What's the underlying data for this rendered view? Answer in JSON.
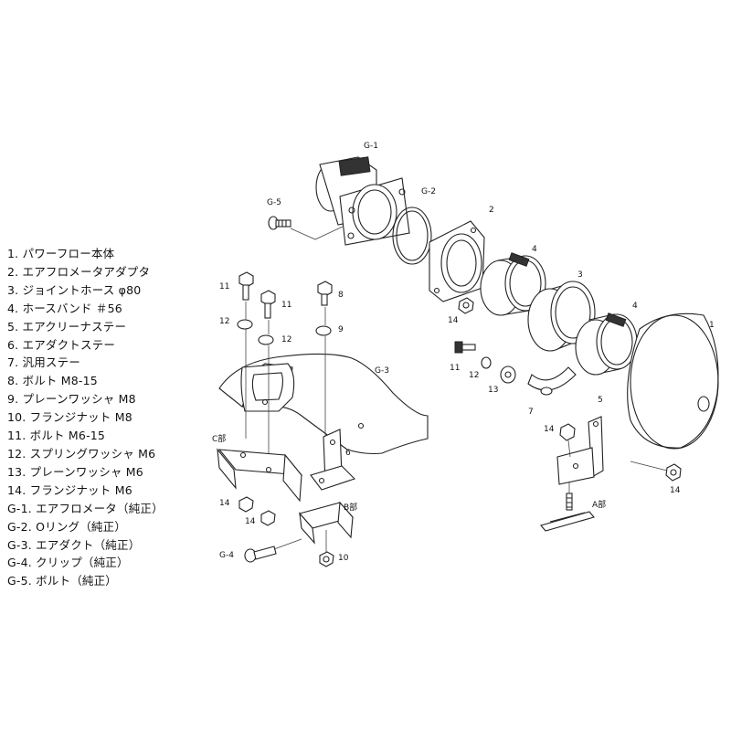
{
  "parts_list": [
    "1. パワーフロー本体",
    "2. エアフロメータアダプタ",
    "3. ジョイントホース φ80",
    "4. ホースバンド ＃56",
    "5. エアクリーナステー",
    "6. エアダクトステー",
    "7. 汎用ステー",
    "8. ボルト M8-15",
    "9. プレーンワッシャ M8",
    "10. フランジナット M8",
    "11. ボルト M6-15",
    "12. スプリングワッシャ M6",
    "13. プレーンワッシャ M6",
    "14. フランジナット M6",
    "G-1. エアフロメータ（純正）",
    "G-2. Oリング（純正）",
    "G-3. エアダクト（純正）",
    "G-4. クリップ（純正）",
    "G-5. ボルト（純正）"
  ],
  "callouts": {
    "g1": "G-1",
    "g2": "G-2",
    "g3": "G-3",
    "g4": "G-4",
    "g5": "G-5",
    "p1": "1",
    "p2": "2",
    "p3": "3",
    "p4a": "4",
    "p4b": "4",
    "p5": "5",
    "p6": "6",
    "p7": "7",
    "p8": "8",
    "p9": "9",
    "p10": "10",
    "p11a": "11",
    "p11b": "11",
    "p11c": "11",
    "p12a": "12",
    "p12b": "12",
    "p12c": "12",
    "p13": "13",
    "p14a": "14",
    "p14b": "14",
    "p14c": "14",
    "p14d": "14",
    "p14e": "14",
    "detail_a": "A部",
    "detail_b": "B部",
    "detail_c": "C部"
  }
}
